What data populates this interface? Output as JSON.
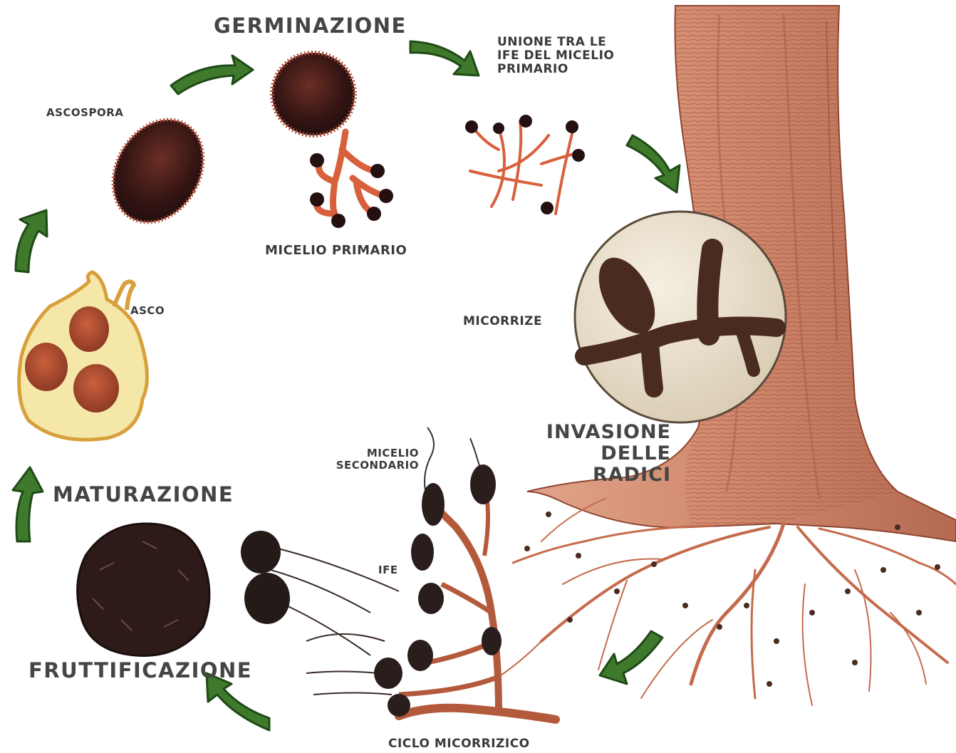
{
  "labels": {
    "germinazione": "GERMINAZIONE",
    "unione": "UNIONE TRA LE\nIFE DEL MICELIO\nPRIMARIO",
    "ascospora": "ASCOSPORA",
    "micelio_primario": "MICELIO PRIMARIO",
    "asco": "ASCO",
    "micorrize": "MICORRIZE",
    "invasione": "INVASIONE\nDELLE RADICI",
    "micelio_secondario": "MICELIO\nSECONDARIO",
    "maturazione": "MATURAZIONE",
    "ife": "IFE",
    "fruttificazione": "FRUTTIFICAZIONE",
    "ciclo": "CICLO MICORRIZICO"
  },
  "colors": {
    "arrow_fill": "#3f7a2c",
    "arrow_edge": "#1f4a16",
    "trunk": "#d28a6e",
    "trunk_dark": "#a85a44",
    "root": "#c56b4c",
    "spore": "#3c1d1c",
    "hypha": "#d8603c",
    "asco_fill": "#f5e7a8",
    "magnifier_bg": "#efe6d4",
    "mycorrhiza": "#4a2b1f"
  }
}
